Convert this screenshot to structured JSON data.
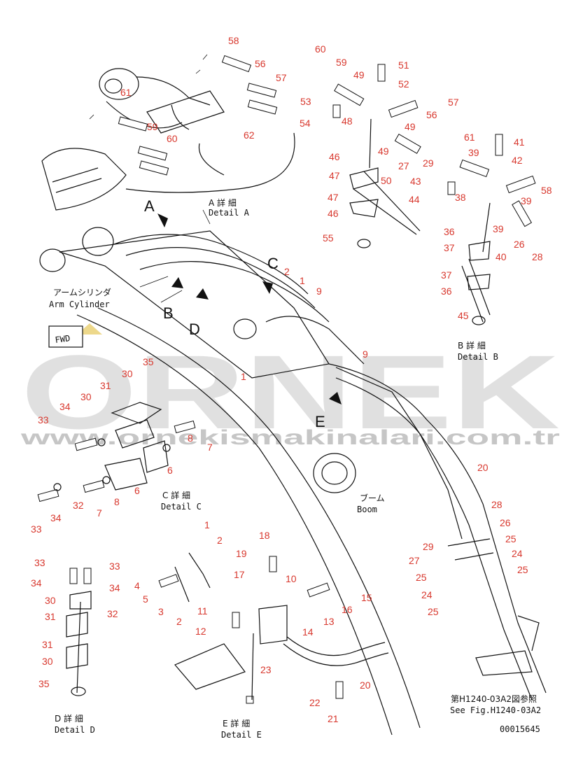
{
  "watermark": {
    "brand": "ORNEK",
    "url": "www.ornekismakinalari.com.tr"
  },
  "drawing_no": "00015645",
  "labels": {
    "detail_a": {
      "jp": "A 詳 細",
      "en": "Detail A"
    },
    "detail_b": {
      "jp": "B 詳 細",
      "en": "Detail B"
    },
    "detail_c": {
      "jp": "C 詳 細",
      "en": "Detail C"
    },
    "detail_d": {
      "jp": "D 詳 細",
      "en": "Detail D"
    },
    "detail_e": {
      "jp": "E 詳 細",
      "en": "Detail E"
    },
    "arm_cylinder": {
      "jp": "アームシリンダ",
      "en": "Arm Cylinder"
    },
    "boom": {
      "jp": "ブーム",
      "en": "Boom"
    },
    "see_fig": {
      "jp": "第H1240-03A2図参照",
      "en": "See Fig.H1240-03A2"
    },
    "fwd": "FWD",
    "views": [
      "A",
      "B",
      "C",
      "D",
      "E"
    ]
  },
  "parts": {
    "detail_a": [
      "58",
      "56",
      "57",
      "61",
      "59",
      "60",
      "62"
    ],
    "detail_b": [
      "60",
      "59",
      "49",
      "51",
      "52",
      "57",
      "53",
      "48",
      "56",
      "54",
      "49",
      "49",
      "27",
      "29",
      "46",
      "50",
      "47",
      "43",
      "47",
      "44",
      "46",
      "55",
      "61",
      "39",
      "41",
      "42",
      "38",
      "58",
      "39",
      "39",
      "36",
      "37",
      "26",
      "28",
      "40",
      "37",
      "36",
      "45"
    ],
    "detail_c": [
      "35",
      "30",
      "31",
      "30",
      "34",
      "33",
      "8",
      "7",
      "6",
      "6",
      "32",
      "8",
      "7",
      "33",
      "34"
    ],
    "detail_d": [
      "33",
      "33",
      "34",
      "34",
      "30",
      "32",
      "31",
      "31",
      "30",
      "35"
    ],
    "detail_e": [
      "1",
      "2",
      "18",
      "19",
      "17",
      "10",
      "4",
      "5",
      "3",
      "15",
      "16",
      "13",
      "14",
      "11",
      "2",
      "12",
      "23",
      "20",
      "22",
      "21"
    ],
    "main": [
      "2",
      "1",
      "9",
      "9",
      "1",
      "20",
      "28",
      "26",
      "25",
      "29",
      "24",
      "27",
      "25",
      "25",
      "24",
      "25"
    ]
  }
}
